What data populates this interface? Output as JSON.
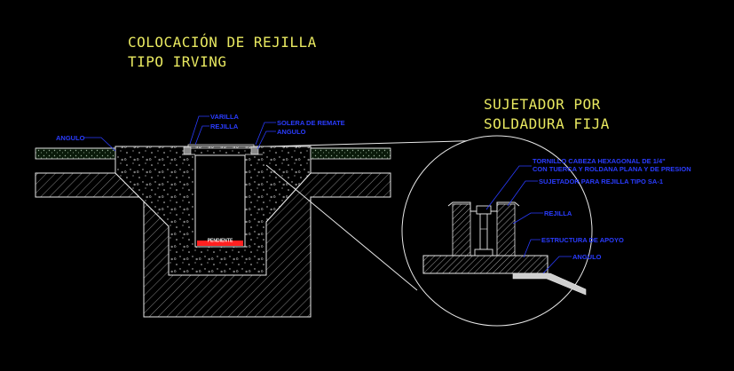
{
  "titles": {
    "main_line1": "COLOCACIÓN DE REJILLA",
    "main_line2": "TIPO IRVING",
    "detail_line1": "SUJETADOR POR",
    "detail_line2": "SOLDADURA FIJA"
  },
  "labels": {
    "varilla": "VARILLA",
    "rejilla": "REJILLA",
    "solera": "SOLERA DE REMATE",
    "angulo": "ANGULO",
    "angulo_left": "ANGULO",
    "pendiente": "PENDIENTE",
    "tornillo_1": "TORNILLO CABEZA HEXAGONAL DE 1/4\"",
    "tornillo_2": "CON TUERCA Y ROLDANA PLANA Y DE PRESION",
    "sujetador": "SUJETADOR PARA REJILLA TIPO SA-1",
    "rejilla_detail": "REJILLA",
    "estructura": "ESTRUCTURA DE APOYO",
    "angulo_detail": "ANGULO"
  },
  "colors": {
    "background": "#000000",
    "title": "#e8e860",
    "label": "#2a3cff",
    "lines": "#e8e8e8",
    "slope": "#ff2020"
  }
}
